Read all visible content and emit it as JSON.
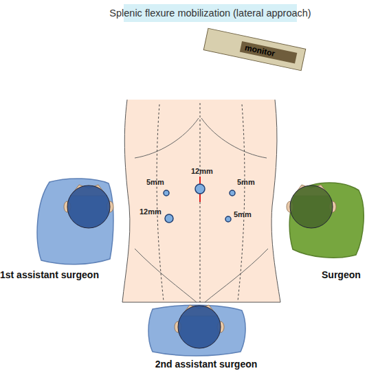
{
  "diagram": {
    "title": "Splenic flexure mobilization (lateral approach)",
    "nodes": [
      {
        "text": [
          "monitor"
        ]
      },
      {
        "text": [
          "1st assistant surgeon"
        ]
      },
      {
        "text": [
          "Surgeon"
        ]
      },
      {
        "text": [
          "2nd assistant surgeon"
        ]
      }
    ],
    "labels": [
      "12mm",
      "5mm",
      "5mm",
      "12mm",
      "5mm"
    ]
  }
}
